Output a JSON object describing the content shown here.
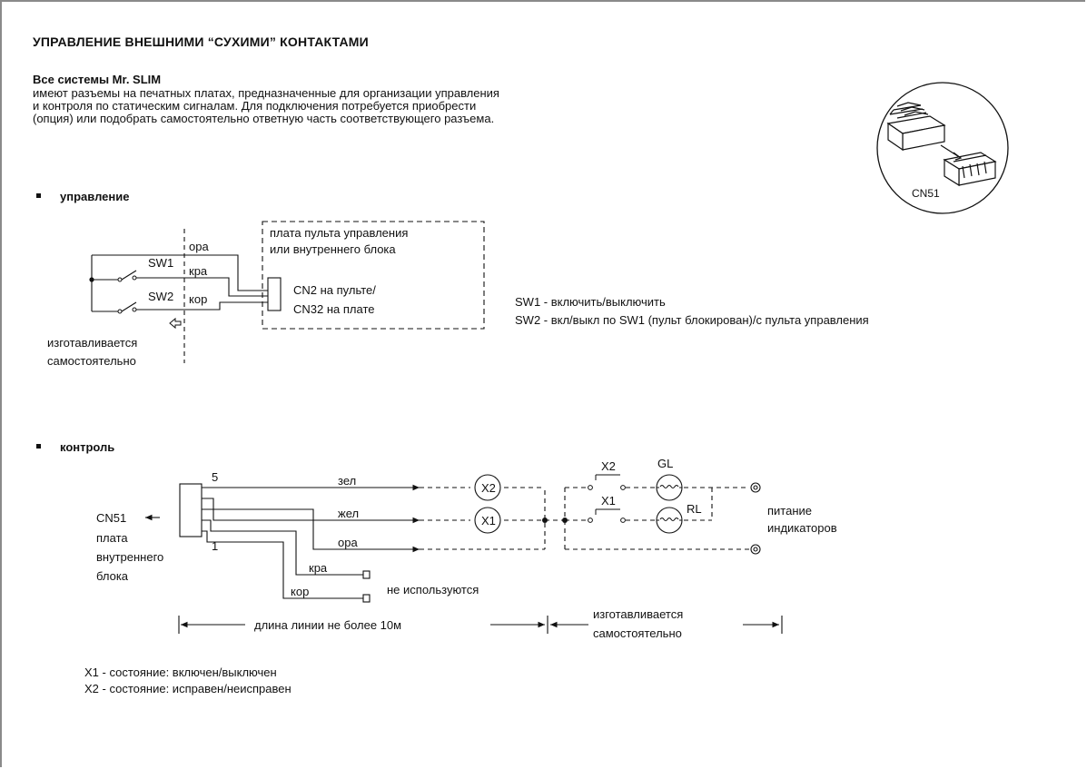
{
  "header": {
    "title": "УПРАВЛЕНИЕ ВНЕШНИМИ “СУХИМИ” КОНТАКТАМИ"
  },
  "intro": {
    "heading": "Все системы Mr. SLIM",
    "lines": [
      "имеют разъемы на печатных платах, предназначенные для организации управления",
      "и контроля по статическим сигналам. Для подключения потребуется приобрести",
      "(опция) или подобрать самостоятельно ответную часть соответствующего разъема."
    ]
  },
  "connector_figure": {
    "label": "CN51"
  },
  "control_section": {
    "heading": "управление",
    "board_box": {
      "line1": "плата пульта управления",
      "line2": "или внутреннего блока"
    },
    "connector": {
      "line1": "CN2 на пульте/",
      "line2": "CN32 на плате"
    },
    "switches": [
      "SW1",
      "SW2"
    ],
    "wires": [
      "ора",
      "кра",
      "кор"
    ],
    "diy_note": {
      "line1": "изготавливается",
      "line2": "самостоятельно"
    },
    "legend": [
      "SW1 - включить/выключить",
      "SW2 - вкл/выкл по SW1 (пульт блокирован)/с пульта управления"
    ]
  },
  "monitor_section": {
    "heading": "контроль",
    "pin_top": "5",
    "pin_bottom": "1",
    "cn51_label": "CN51",
    "board_label": {
      "line1": "плата",
      "line2": "внутреннего",
      "line3": "блока"
    },
    "wires": [
      "зел",
      "жел",
      "ора",
      "кра",
      "кор"
    ],
    "unused_note": "не используются",
    "relays": [
      "X2",
      "X1"
    ],
    "lamps": [
      "GL",
      "RL"
    ],
    "power_label": {
      "line1": "питание",
      "line2": "индикаторов"
    },
    "length_note": "длина линии не более 10м",
    "diy_note": {
      "line1": "изготавливается",
      "line2": "самостоятельно"
    },
    "legend": [
      "X1 - состояние: включен/выключен",
      "X2 - состояние: исправен/неисправен"
    ]
  }
}
